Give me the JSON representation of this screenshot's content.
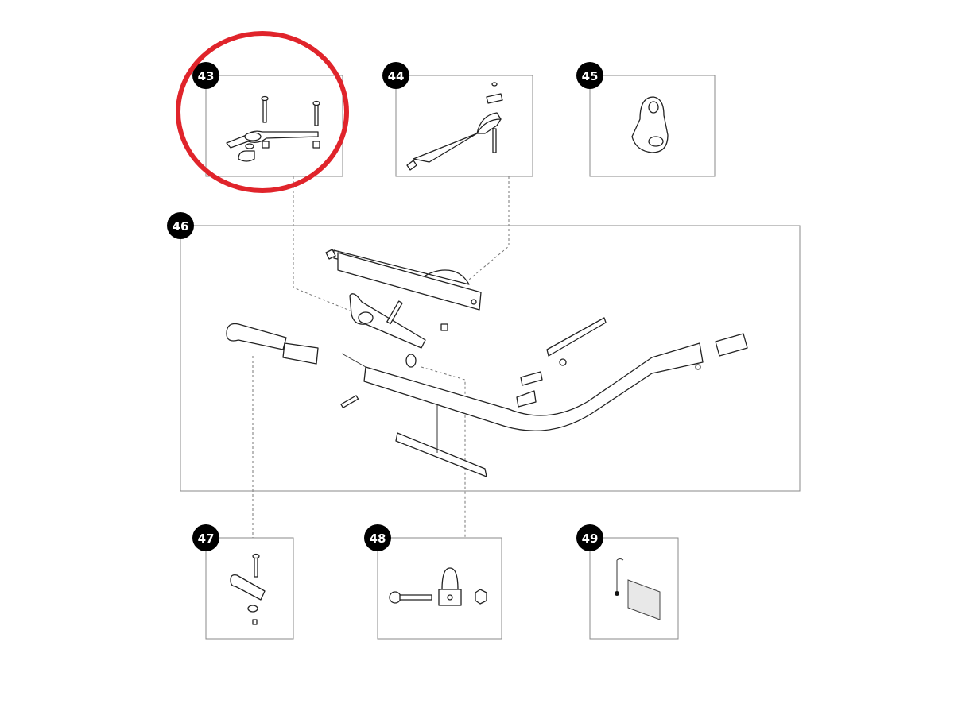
{
  "parts": [
    {
      "number": "43",
      "highlighted": true
    },
    {
      "number": "44",
      "highlighted": false
    },
    {
      "number": "45",
      "highlighted": false
    },
    {
      "number": "46",
      "highlighted": false
    },
    {
      "number": "47",
      "highlighted": false
    },
    {
      "number": "48",
      "highlighted": false
    },
    {
      "number": "49",
      "highlighted": false
    }
  ],
  "colors": {
    "highlight": "#e0242b",
    "badge": "#000000",
    "line": "#222222"
  }
}
